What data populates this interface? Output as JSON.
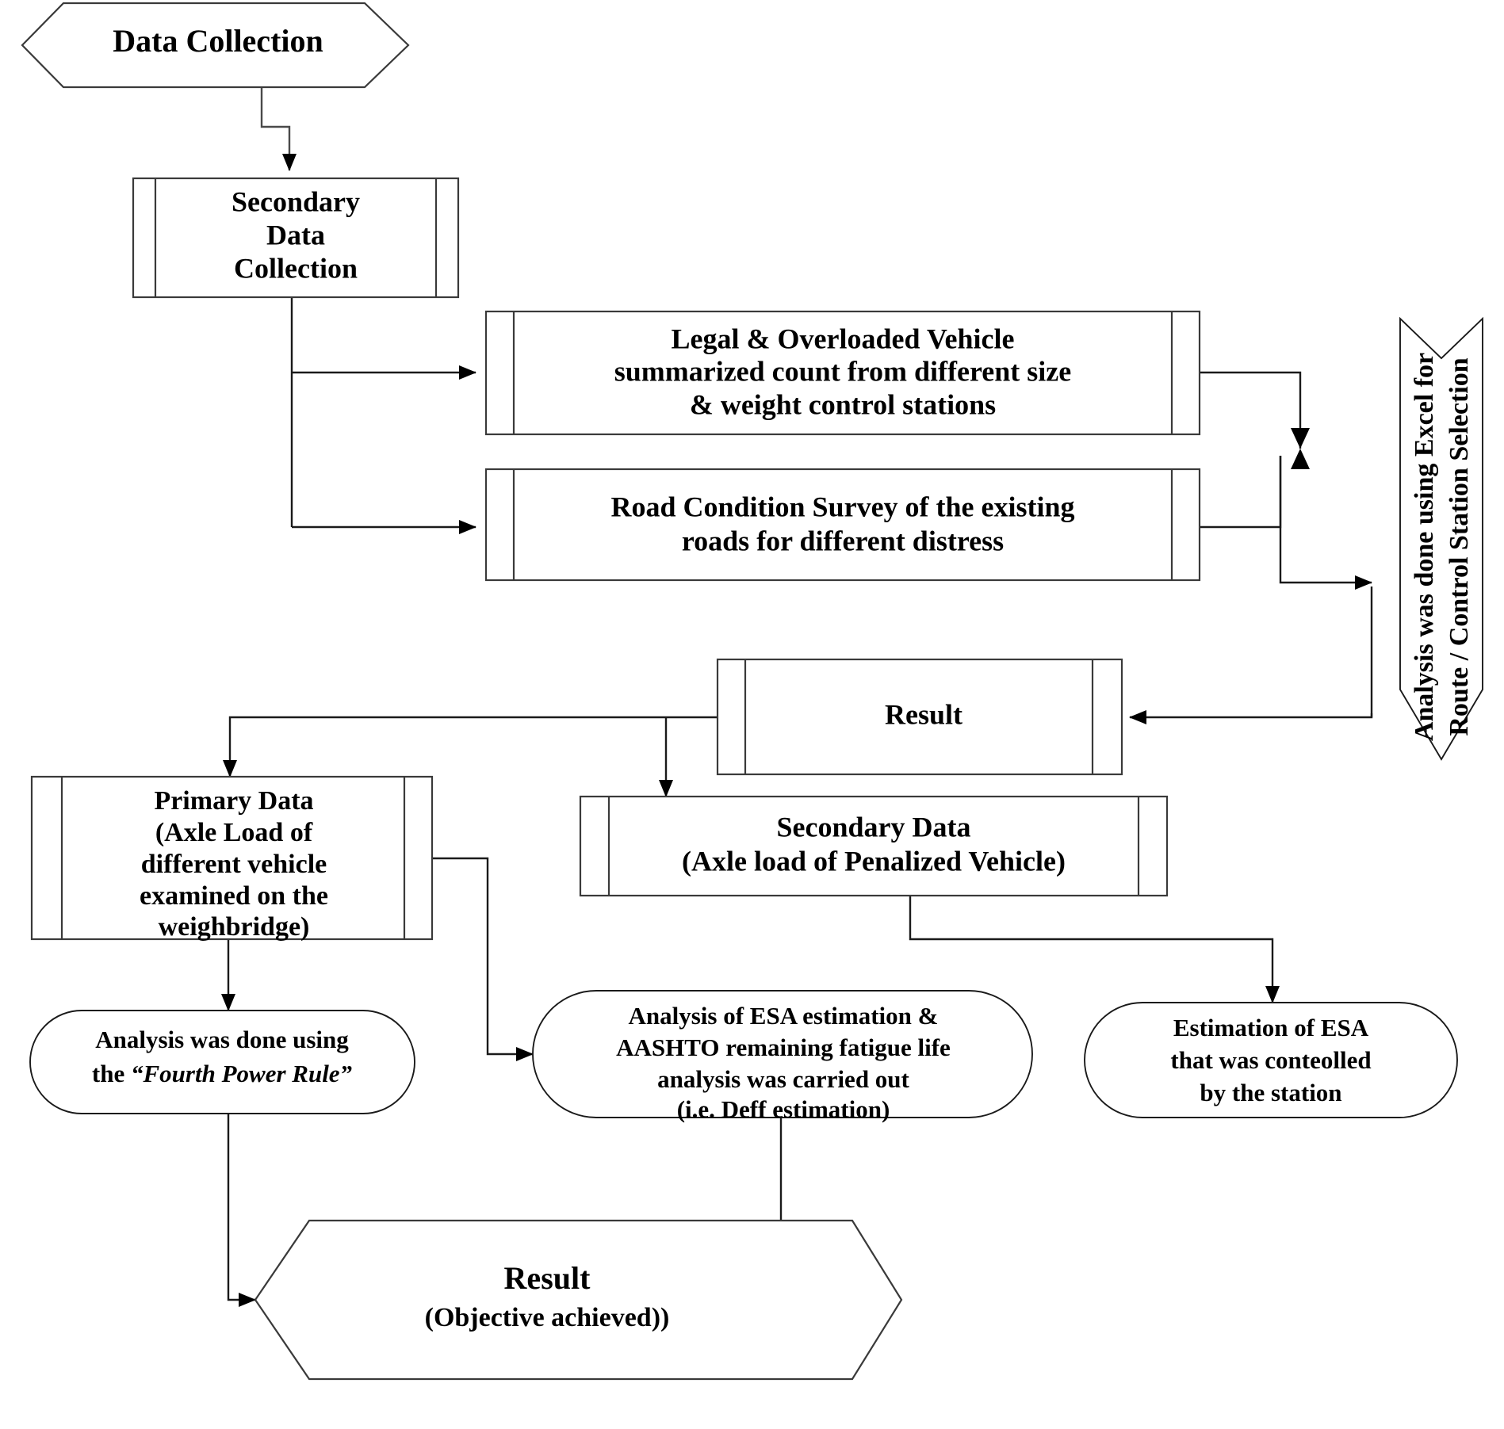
{
  "diagram": {
    "title": "Research Methodology Flowchart",
    "type": "flowchart",
    "background_color": "#ffffff",
    "stroke_color": "#1a1a1a",
    "fill_color": "#ffffff"
  },
  "nodes": {
    "data_collection": {
      "shape": "hexagon",
      "label": "Data Collection"
    },
    "secondary_data_collection": {
      "shape": "predefined-process",
      "lines": [
        "Secondary",
        "Data",
        "Collection"
      ]
    },
    "legal_overloaded": {
      "shape": "predefined-process",
      "lines": [
        "Legal & Overloaded Vehicle",
        "summarized count from different size",
        "& weight control stations"
      ]
    },
    "road_condition": {
      "shape": "predefined-process",
      "lines": [
        "Road Condition Survey of the existing",
        "roads for different distress"
      ]
    },
    "excel_analysis": {
      "shape": "down-arrow-callout",
      "orientation": "vertical",
      "lines": [
        "Analysis was done using Excel for",
        "Route / Control Station Selection"
      ]
    },
    "result_mid": {
      "shape": "predefined-process",
      "lines": [
        "Result"
      ]
    },
    "primary_data": {
      "shape": "predefined-process",
      "lines": [
        "Primary Data",
        "(Axle Load of",
        "different  vehicle",
        "examined on the",
        "weighbridge)"
      ]
    },
    "secondary_data": {
      "shape": "predefined-process",
      "lines": [
        "Secondary Data",
        "(Axle load of Penalized Vehicle)"
      ]
    },
    "fourth_power": {
      "shape": "rounded-terminator",
      "lines": [
        {
          "text": "Analysis was done using",
          "style": "normal"
        },
        {
          "text": "the  “Fourth Power Rule”",
          "style": "mixed-italic",
          "prefix": "the  ",
          "italic": "“Fourth Power Rule”"
        }
      ]
    },
    "esa_aashto": {
      "shape": "rounded-terminator",
      "lines": [
        "Analysis of ESA estimation &",
        "AASHTO remaining fatigue life",
        "analysis was carried out",
        "(i.e. Deff estimation)"
      ]
    },
    "esa_station": {
      "shape": "rounded-terminator",
      "lines": [
        "Estimation of  ESA",
        "that was conteolled",
        "by the station"
      ]
    },
    "result_final": {
      "shape": "hexagon",
      "lines": [
        "Result",
        "(Objective achieved))"
      ]
    }
  },
  "edges": [
    {
      "from": "data_collection",
      "to": "secondary_data_collection",
      "arrow": "down"
    },
    {
      "from": "secondary_data_collection",
      "to": "legal_overloaded",
      "arrow": "right"
    },
    {
      "from": "secondary_data_collection",
      "to": "road_condition",
      "arrow": "right"
    },
    {
      "from": "legal_overloaded",
      "to": "junction-right",
      "arrow": "down"
    },
    {
      "from": "road_condition",
      "to": "junction-right",
      "arrow": "up"
    },
    {
      "from": "junction-right",
      "to": "excel_analysis",
      "arrow": "right"
    },
    {
      "from": "excel_analysis",
      "to": "result_mid",
      "arrow": "left"
    },
    {
      "from": "result_mid",
      "to": "primary_data",
      "arrow": "down"
    },
    {
      "from": "result_mid",
      "to": "secondary_data",
      "arrow": "down"
    },
    {
      "from": "primary_data",
      "to": "fourth_power",
      "arrow": "down"
    },
    {
      "from": "primary_data",
      "to": "esa_aashto",
      "arrow": "right"
    },
    {
      "from": "secondary_data",
      "to": "esa_aashto",
      "arrow": "down"
    },
    {
      "from": "secondary_data",
      "to": "esa_station",
      "arrow": "down"
    },
    {
      "from": "fourth_power",
      "to": "result_final",
      "arrow": "down"
    },
    {
      "from": "esa_aashto",
      "to": "result_final",
      "arrow": "down"
    }
  ]
}
